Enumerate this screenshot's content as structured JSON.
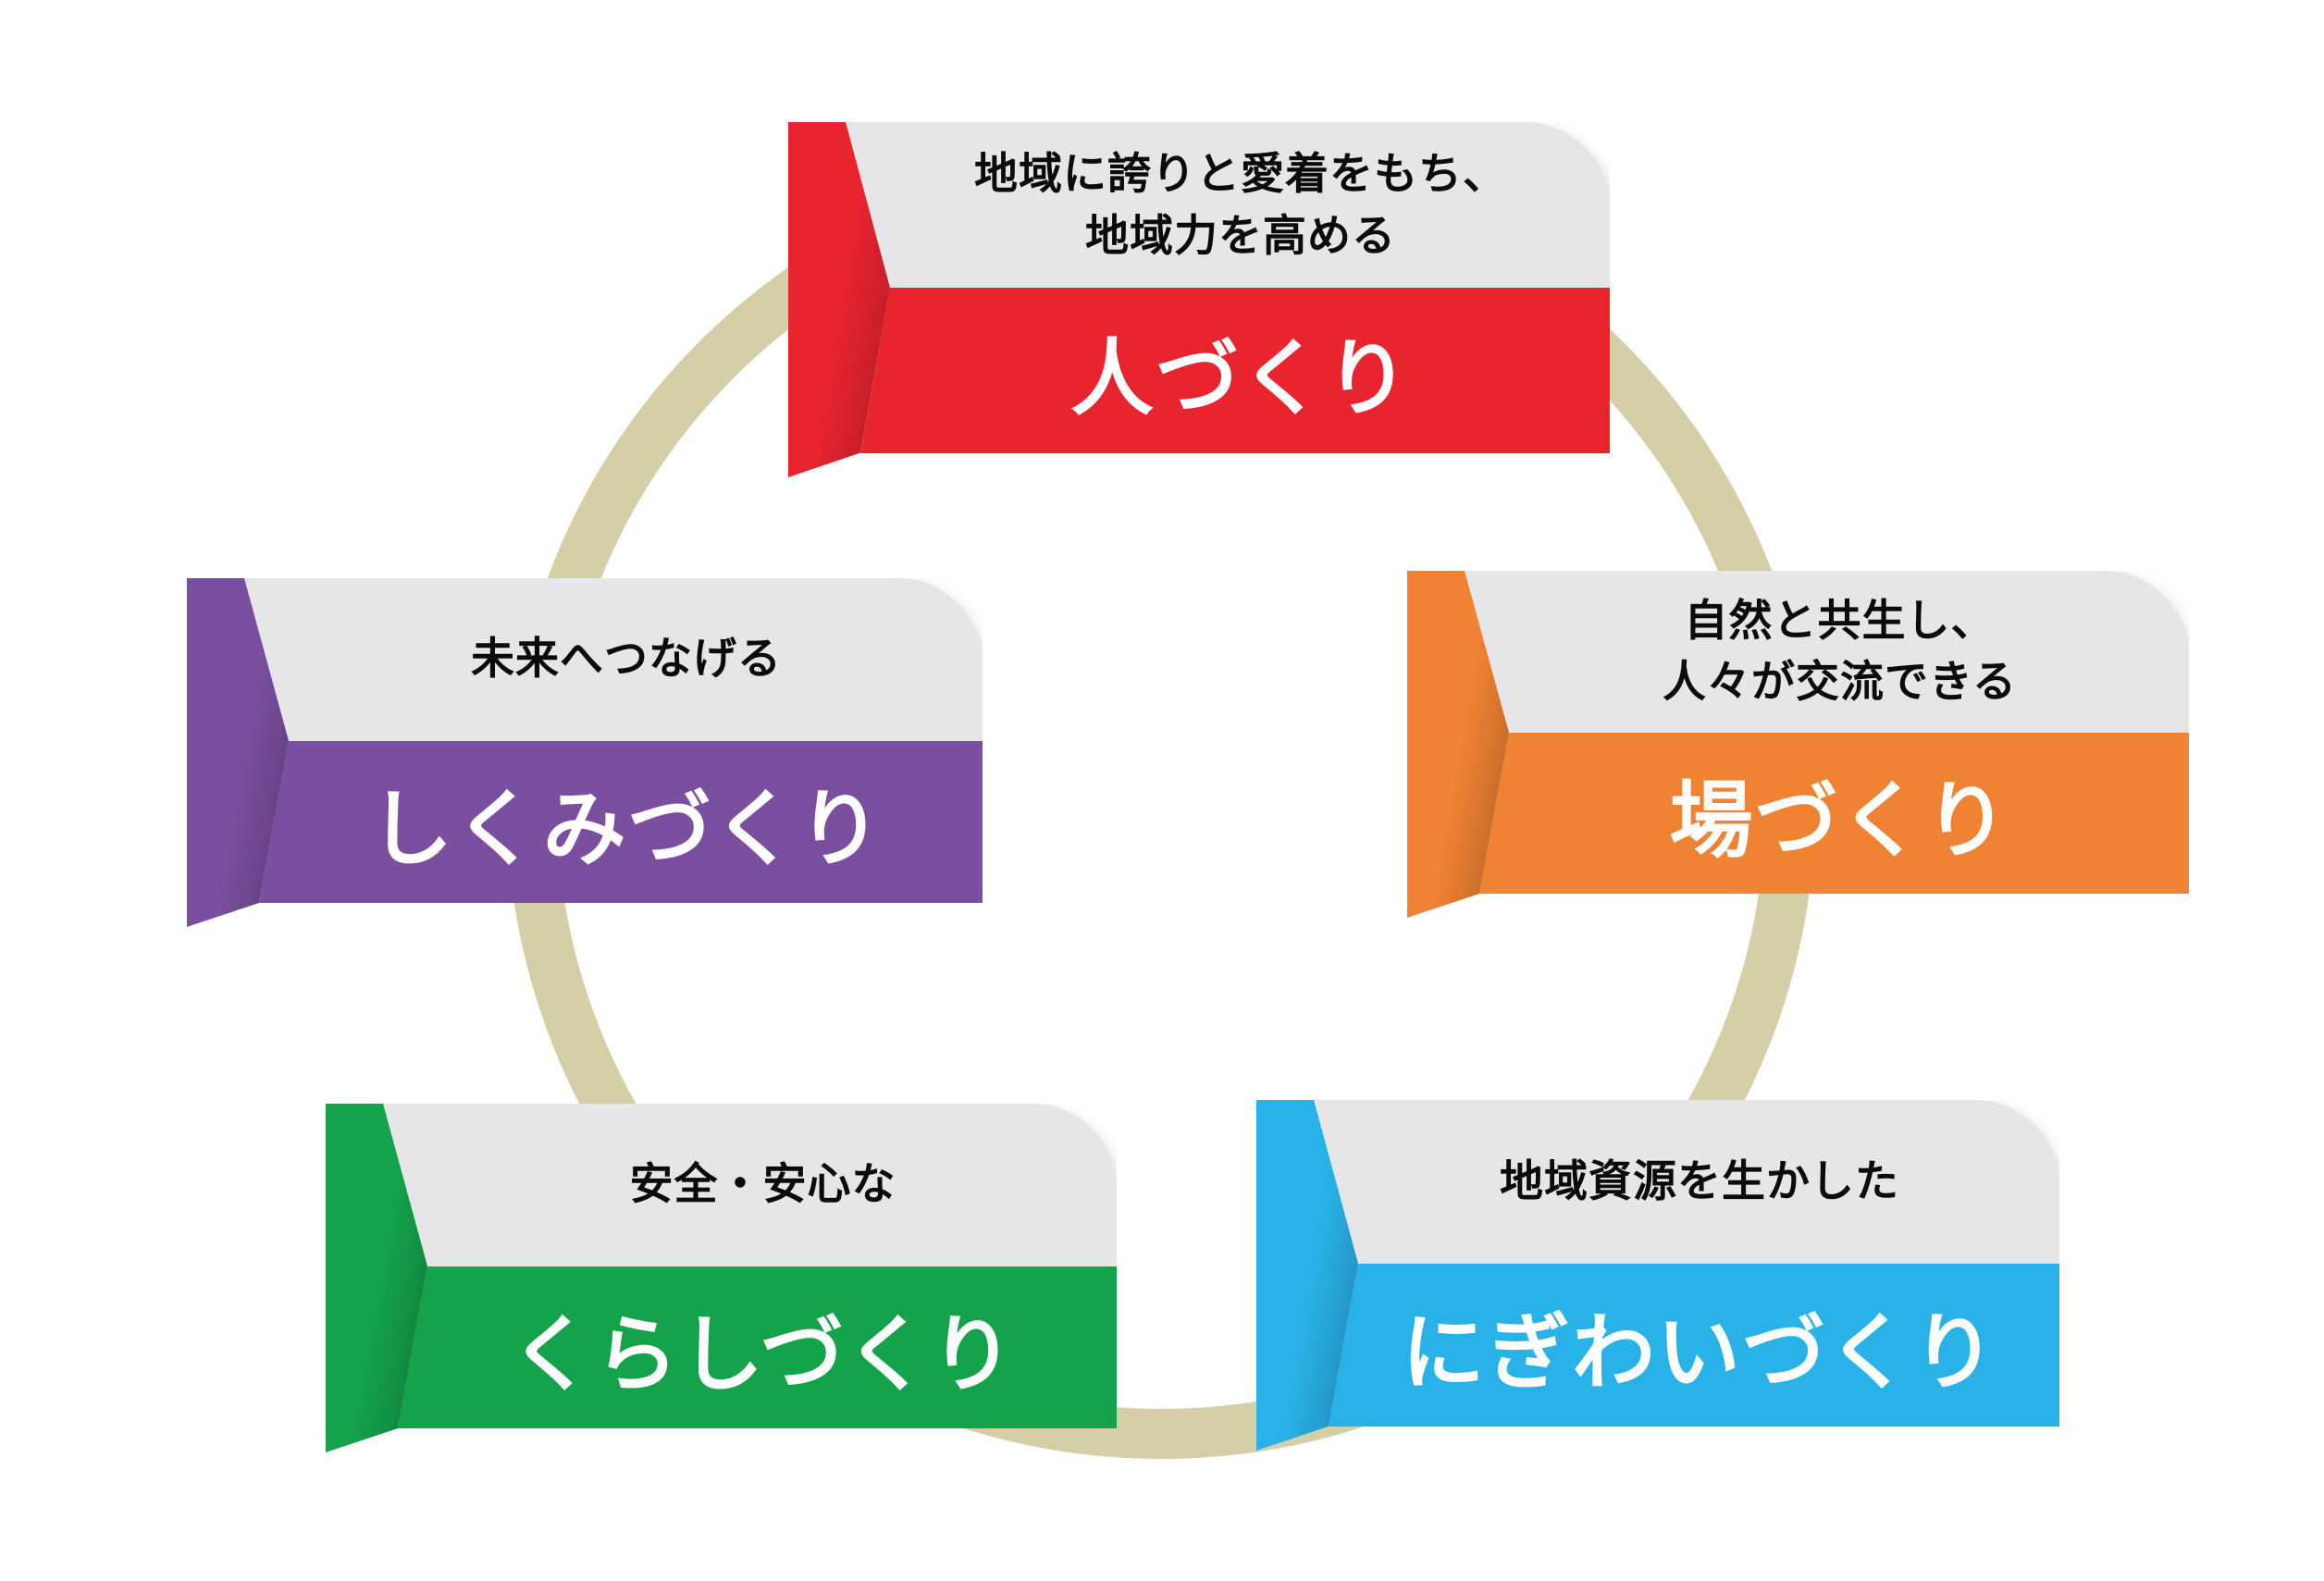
{
  "diagram": {
    "background_color": "#FFFFFF",
    "ring": {
      "color": "#D5CEA7"
    },
    "cards": [
      {
        "name": "hitozukuri",
        "position": "top",
        "accent_color": "#E8242F",
        "subtitle_lines": [
          "地域に誇りと愛着をもち、",
          "地域力を高める"
        ],
        "title": "人づくり"
      },
      {
        "name": "bazukuri",
        "position": "right",
        "accent_color": "#EF8233",
        "subtitle_lines": [
          "自然と共生し、",
          "人々が交流できる"
        ],
        "title": "場づくり"
      },
      {
        "name": "nigiwaizukuri",
        "position": "bottom-right",
        "accent_color": "#29B2E8",
        "subtitle_lines": [
          "地域資源を生かした"
        ],
        "title": "にぎわいづくり"
      },
      {
        "name": "kurashizukuri",
        "position": "bottom-left",
        "accent_color": "#14A24B",
        "subtitle_lines": [
          "安全・安心な"
        ],
        "title": "くらしづくり"
      },
      {
        "name": "shikumizukuri",
        "position": "left",
        "accent_color": "#7B4FA0",
        "subtitle_lines": [
          "未来へつなげる"
        ],
        "title": "しくみづくり"
      }
    ]
  }
}
